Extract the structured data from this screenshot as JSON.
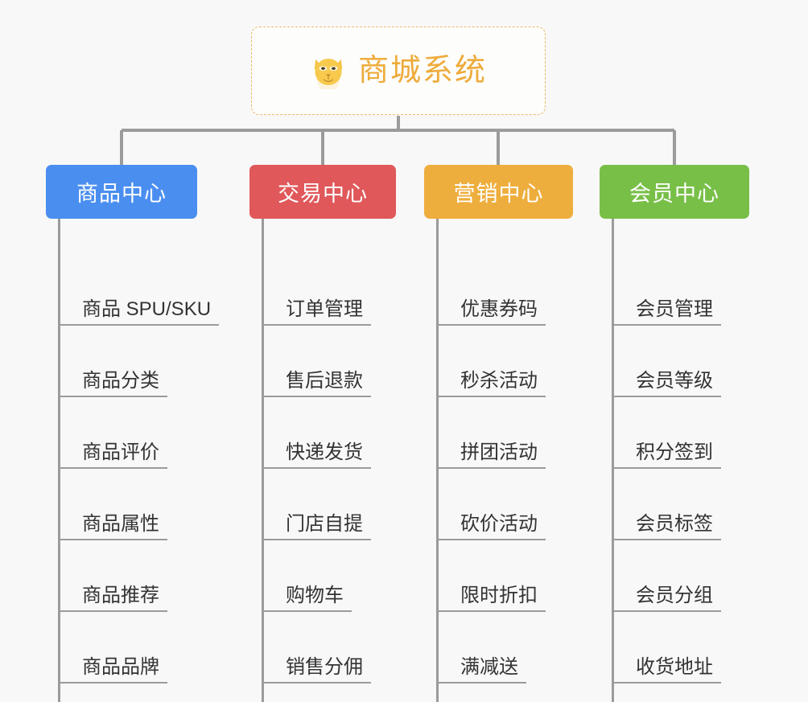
{
  "page": {
    "background_color": "#f8f8f8",
    "title": "商城系统",
    "type": "mindmap"
  },
  "root": {
    "label": "商城系统",
    "icon": "shiba-dog-face-icon",
    "text_color": "#eeab3b",
    "border_color": "#e8bb66",
    "background_color": "#fdfdfb"
  },
  "connector": {
    "color": "#9b9b9b"
  },
  "branches": [
    {
      "label": "商品中心",
      "color": "#4a8ef0",
      "items": [
        {
          "label": "商品 SPU/SKU"
        },
        {
          "label": "商品分类"
        },
        {
          "label": "商品评价"
        },
        {
          "label": "商品属性"
        },
        {
          "label": "商品推荐"
        },
        {
          "label": "商品品牌"
        }
      ]
    },
    {
      "label": "交易中心",
      "color": "#e0585a",
      "items": [
        {
          "label": "订单管理"
        },
        {
          "label": "售后退款"
        },
        {
          "label": "快递发货"
        },
        {
          "label": "门店自提"
        },
        {
          "label": "购物车"
        },
        {
          "label": "销售分佣"
        }
      ]
    },
    {
      "label": "营销中心",
      "color": "#eeae3d",
      "items": [
        {
          "label": "优惠券码"
        },
        {
          "label": "秒杀活动"
        },
        {
          "label": "拼团活动"
        },
        {
          "label": "砍价活动"
        },
        {
          "label": "限时折扣"
        },
        {
          "label": "满减送"
        }
      ]
    },
    {
      "label": "会员中心",
      "color": "#78bf48",
      "items": [
        {
          "label": "会员管理"
        },
        {
          "label": "会员等级"
        },
        {
          "label": "积分签到"
        },
        {
          "label": "会员标签"
        },
        {
          "label": "会员分组"
        },
        {
          "label": "收货地址"
        }
      ]
    }
  ]
}
